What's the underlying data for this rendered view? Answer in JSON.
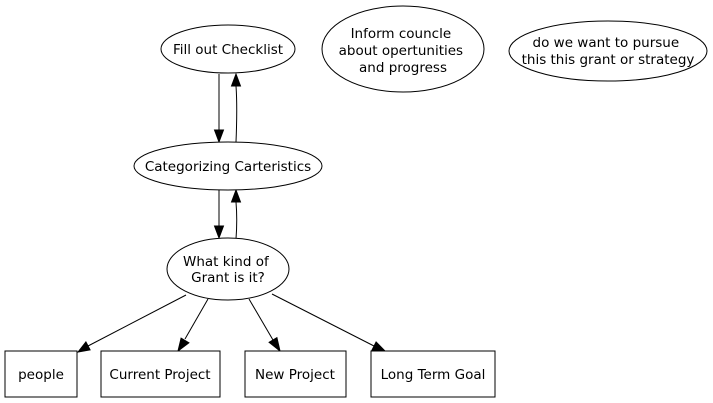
{
  "diagram": {
    "nodes": {
      "fill_checklist": {
        "shape": "ellipse",
        "lines": [
          "Fill out Checklist"
        ]
      },
      "inform_council": {
        "shape": "ellipse",
        "lines": [
          "Inform councle",
          "about opertunities",
          "and progress"
        ]
      },
      "pursue_grant": {
        "shape": "ellipse",
        "lines": [
          "do we want to pursue",
          "this this grant or strategy"
        ]
      },
      "categorizing": {
        "shape": "ellipse",
        "lines": [
          "Categorizing Carteristics"
        ]
      },
      "grant_kind": {
        "shape": "ellipse",
        "lines": [
          "What kind of",
          "Grant is it?"
        ]
      },
      "people": {
        "shape": "box",
        "lines": [
          "people"
        ]
      },
      "current_project": {
        "shape": "box",
        "lines": [
          "Current Project"
        ]
      },
      "new_project": {
        "shape": "box",
        "lines": [
          "New Project"
        ]
      },
      "long_term_goal": {
        "shape": "box",
        "lines": [
          "Long Term Goal"
        ]
      }
    },
    "edges": [
      {
        "from": "fill_checklist",
        "to": "categorizing"
      },
      {
        "from": "categorizing",
        "to": "fill_checklist"
      },
      {
        "from": "categorizing",
        "to": "grant_kind"
      },
      {
        "from": "grant_kind",
        "to": "categorizing"
      },
      {
        "from": "grant_kind",
        "to": "people"
      },
      {
        "from": "grant_kind",
        "to": "current_project"
      },
      {
        "from": "grant_kind",
        "to": "new_project"
      },
      {
        "from": "grant_kind",
        "to": "long_term_goal"
      }
    ],
    "colors": {
      "background": "#ffffff",
      "stroke": "#000000",
      "text": "#000000"
    }
  }
}
